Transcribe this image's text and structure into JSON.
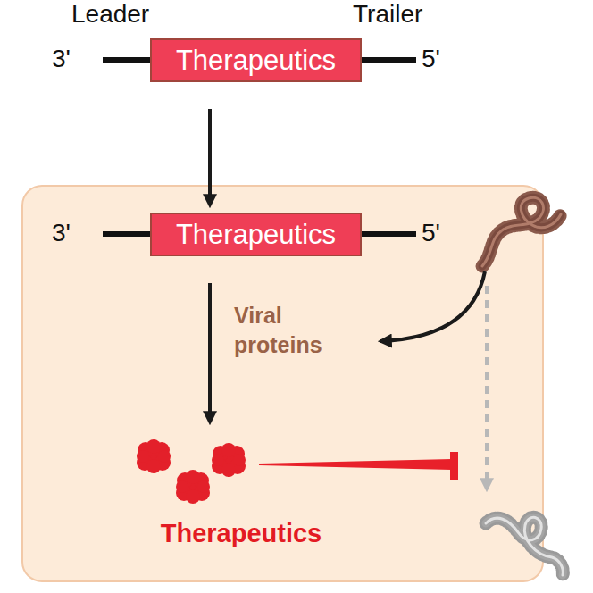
{
  "diagram": {
    "nodes": [
      {
        "text": [
          "Therapeutics"
        ]
      },
      {
        "text": [
          "Therapeutics"
        ]
      },
      {
        "text": [
          "Therapeutics"
        ]
      }
    ],
    "edges": [
      {
        "from": 0,
        "to": 1,
        "arrow": "to"
      },
      {
        "from": 1,
        "to": 2,
        "arrow": "to"
      }
    ],
    "labels": [
      "Leader",
      "Trailer",
      "3'",
      "5'",
      "3'",
      "5'",
      "Viral proteins"
    ]
  }
}
